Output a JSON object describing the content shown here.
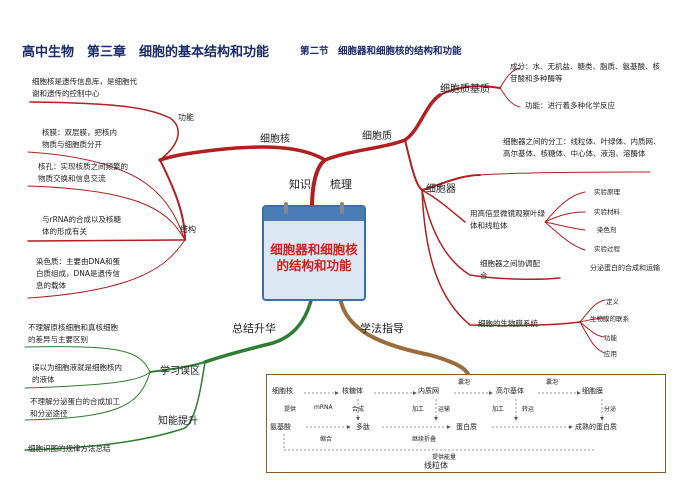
{
  "header": {
    "title": "高中生物　第三章　细胞的基本结构和功能",
    "subtitle": "第二节　细胞器和细胞核的结构和功能"
  },
  "center": {
    "title": "细胞器和细胞核的结构和功能",
    "label_left": "知识",
    "label_right": "梳理",
    "branch_summary": "总结升华",
    "branch_method": "学法指导"
  },
  "nucleus": {
    "label": "细胞核",
    "function": {
      "label": "功能",
      "text": "细胞核是遗传信息库，是细胞代谢和遗传的控制中心"
    },
    "structure": {
      "label": "结构",
      "items": [
        "核膜：双层膜，把核内物质与细胞质分开",
        "核孔：实现核质之间频繁的物质交换和信息交流",
        "与rRNA的合成以及核糖体的形成有关",
        "染色质：主要由DNA和蛋白质组成，DNA是遗传信息的载体"
      ]
    }
  },
  "cytoplasm": {
    "label": "细胞质",
    "matrix": {
      "label": "细胞质基质",
      "composition": "成分：水、无机盐、糖类、脂质、氨基酸、核苷酸和多种酶等",
      "function": "功能：进行着多种化学反应"
    },
    "organelles": {
      "label": "细胞器",
      "division": "细胞器之间的分工：线粒体、叶绿体、内质网、高尔基体、核糖体、中心体、液泡、溶酶体",
      "microscope": {
        "text": "用高倍显微镜观察叶绿体和线粒体",
        "items": [
          "实验原理",
          "实验材料",
          "染色剂",
          "实验过程"
        ]
      },
      "coordination": {
        "text": "细胞器之间协调配合",
        "detail": "分泌蛋白的合成和运输"
      },
      "membrane": {
        "text": "细胞的生物膜系统",
        "items": [
          "定义",
          "生物膜的联系",
          "功能",
          "应用"
        ]
      }
    }
  },
  "summary": {
    "mistakes": {
      "label": "学习误区",
      "items": [
        "不理解原核细胞和真核细胞的差异与主要区别",
        "误以为细胞液就是细胞核内的液体",
        "不理解分泌蛋白的合成加工和分泌途径"
      ]
    },
    "improve": {
      "label": "知能提升",
      "items": [
        "细胞识图的规律方法总结"
      ]
    }
  },
  "flow": {
    "top": [
      "细胞核",
      "核糖体",
      "内质网",
      "高尔基体",
      "细胞膜"
    ],
    "bottom": [
      "氨基酸",
      "多肽",
      "蛋白质",
      "成熟的蛋白质"
    ],
    "vesicle": "囊泡",
    "provide": "提供",
    "mrna": "mRNA",
    "synth": "合成",
    "process": "加工",
    "transport": "运输",
    "transfer": "转运",
    "secrete": "分泌",
    "condense": "缩合",
    "fold": "继续折叠",
    "energy": "提供能量",
    "mito": "线粒体"
  }
}
